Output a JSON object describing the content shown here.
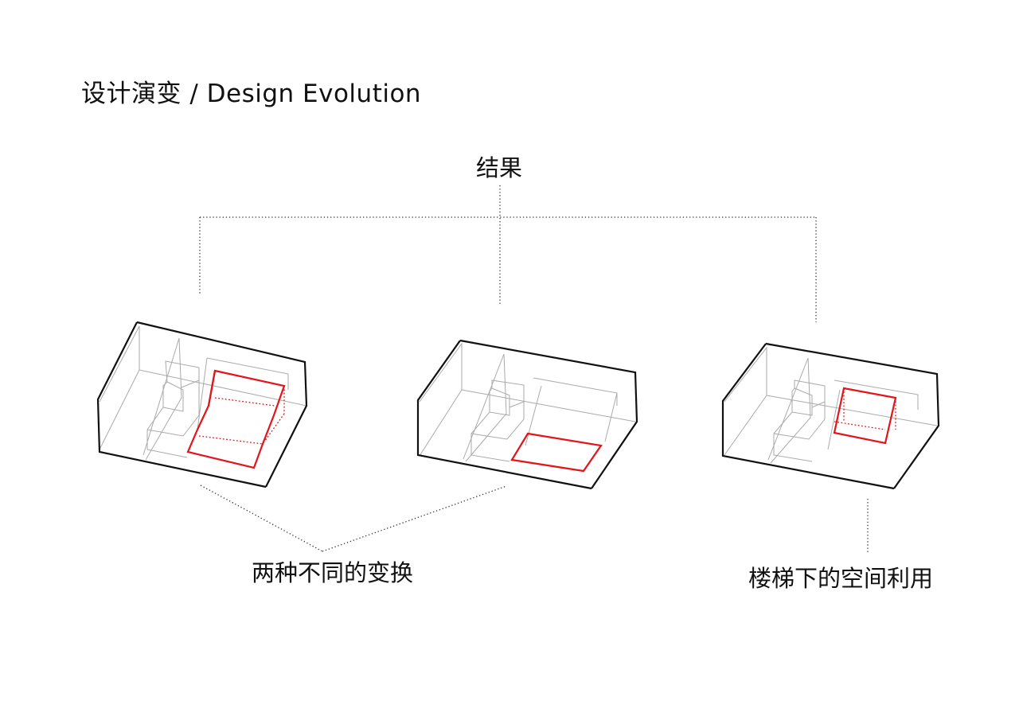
{
  "title": "设计演变 / Design Evolution",
  "labels": {
    "result": "结果",
    "two_transformations": "两种不同的变换",
    "under_stair_space": "楼梯下的空间利用"
  },
  "colors": {
    "highlight": "#e3141a",
    "outline": "#111111",
    "inner_lines": "#aaaaaa"
  }
}
